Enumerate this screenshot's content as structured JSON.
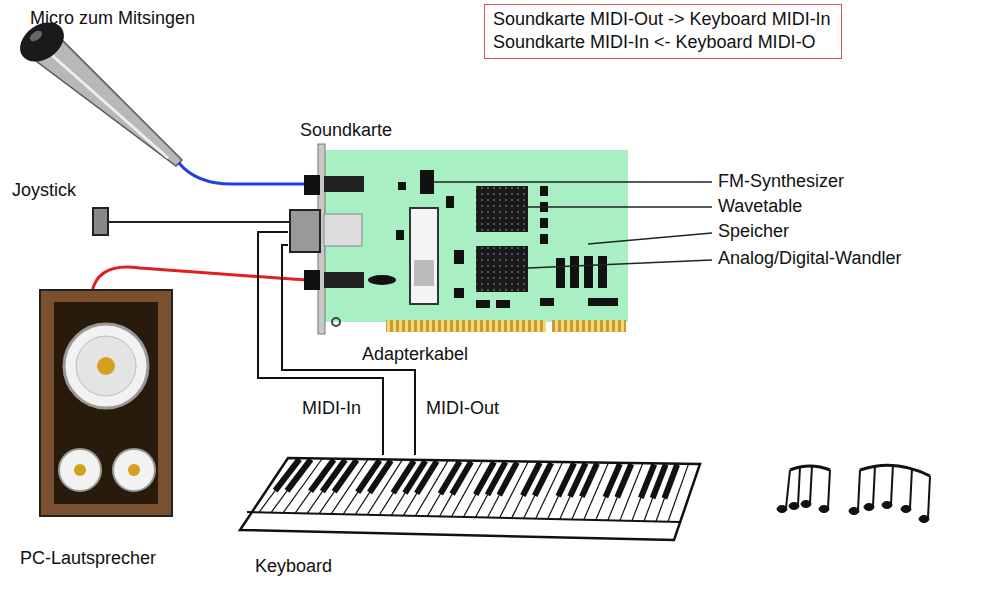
{
  "diagram": {
    "nodes": [
      {
        "text": [
          "Soundkarte MIDI-Out -> Keyboard MIDI-In",
          "Soundkarte MIDI-In <- Keyboard MIDI-O"
        ]
      },
      {
        "text": [
          "Soundkarte"
        ]
      },
      {
        "text": [
          "Keyboard"
        ]
      }
    ],
    "edges": [
      {
        "from": 1,
        "to": 2,
        "arrow": "none",
        "label": "MIDI-In"
      },
      {
        "from": 1,
        "to": 2,
        "arrow": "none",
        "label": "MIDI-Out"
      }
    ],
    "labels": [
      "Micro zum Mitsingen",
      "Joystick",
      "FM-Synthesizer",
      "Wavetable",
      "Speicher",
      "Analog/Digital-Wandler",
      "Adapterkabel",
      "PC-Lautsprecher"
    ]
  }
}
